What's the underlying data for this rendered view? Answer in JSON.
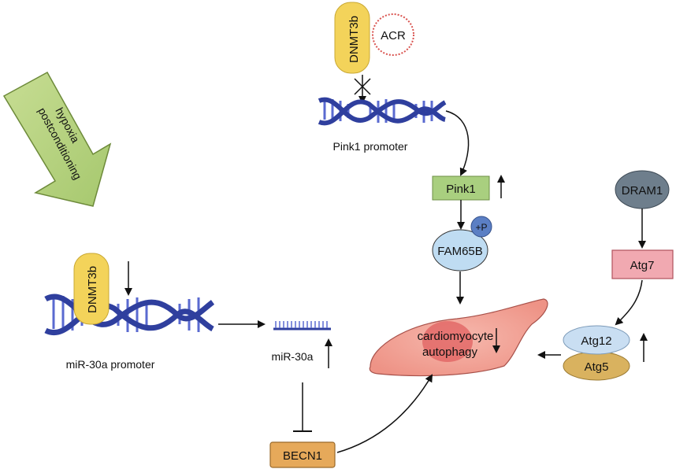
{
  "labels": {
    "dnmt3b_top": "DNMT3b",
    "acr": "ACR",
    "pink1_promoter": "Pink1 promoter",
    "hypoxia_line1": "hypoxia",
    "hypoxia_line2": "postconditioning",
    "pink1": "Pink1",
    "phospho": "+P",
    "fam65b": "FAM65B",
    "dram1": "DRAM1",
    "atg7": "Atg7",
    "atg12": "Atg12",
    "atg5": "Atg5",
    "dnmt3b_left": "DNMT3b",
    "mir30a_promoter": "miR-30a promoter",
    "mir30a": "miR-30a",
    "cell_line1": "cardiomyocyte",
    "cell_line2": "autophagy",
    "becn1": "BECN1"
  },
  "colors": {
    "dna_blue": "#2f3f9e",
    "dna_rung": "#5a6ad0",
    "dnmt_yellow": "#f3d35a",
    "green_box": "#a9cf7f",
    "pink_box": "#f1a9b1",
    "orange_box": "#e6a95a",
    "blue_oval": "#bfdcf2",
    "grey_oval": "#6e7e8c",
    "cell": "#f3a79c",
    "nucleus": "#e06060",
    "arrow_green": "#b6d27e"
  }
}
